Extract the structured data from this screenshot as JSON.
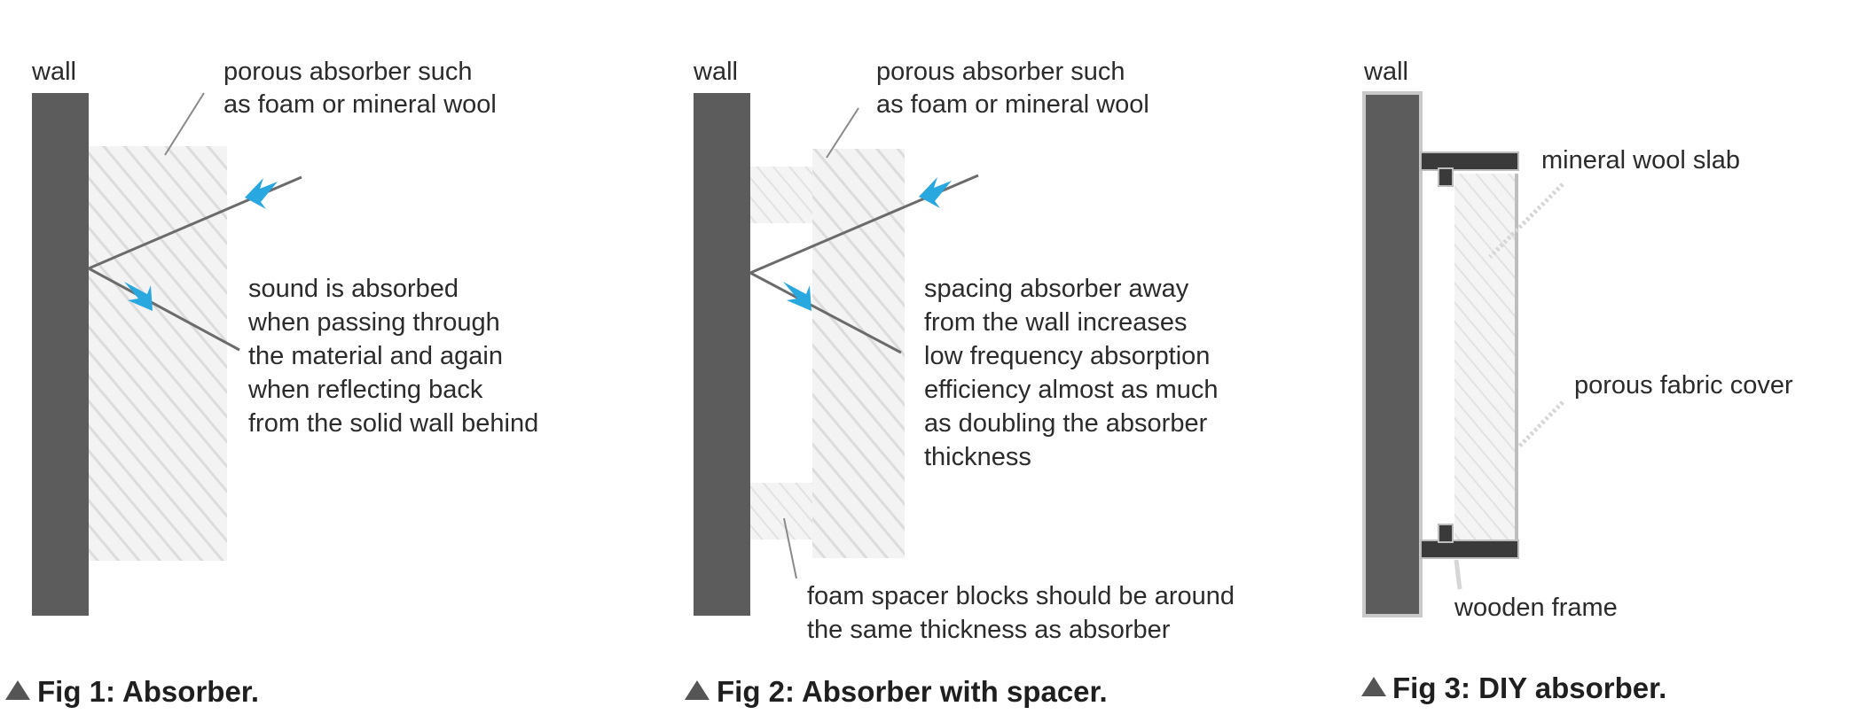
{
  "colors": {
    "wall": "#5c5c5c",
    "absorber_hatch": "#dedede",
    "arrow": "#29a8e0",
    "frame": "#3a3a3a",
    "text": "#2b2b2b"
  },
  "figures": [
    {
      "caption": "Fig 1: Absorber.",
      "wall_label": "wall",
      "absorber_label": [
        "porous absorber such",
        "as foam or mineral wool"
      ],
      "note": [
        "sound is absorbed",
        "when passing through",
        "the material and again",
        "when reflecting back",
        "from the solid wall behind"
      ]
    },
    {
      "caption": "Fig 2: Absorber with spacer.",
      "wall_label": "wall",
      "absorber_label": [
        "porous absorber such",
        "as foam or mineral wool"
      ],
      "note": [
        "spacing absorber away",
        "from the wall increases",
        "low frequency absorption",
        "efficiency almost as much",
        "as doubling the absorber",
        "thickness"
      ],
      "spacer_label": [
        "foam spacer blocks should be around",
        "the same thickness as absorber"
      ]
    },
    {
      "caption": "Fig 3: DIY absorber.",
      "wall_label": "wall",
      "slab_label": "mineral wool slab",
      "fabric_label": "porous fabric cover",
      "frame_label": "wooden frame"
    }
  ]
}
